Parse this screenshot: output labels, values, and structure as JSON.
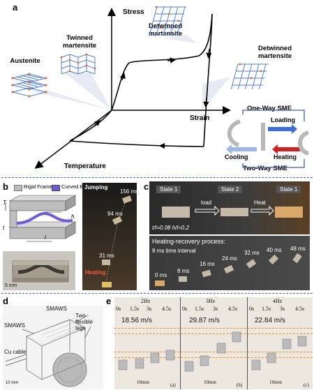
{
  "panel_a": {
    "letter": "a",
    "axis_stress": "Stress",
    "axis_strain": "Strain",
    "axis_temperature": "Temperature",
    "label_austenite": "Austenite",
    "label_twinned": "Twinned martensite",
    "label_detwinned_top": "Detwinned martensite",
    "label_detwinned_right": "Detwinned martensite",
    "sme_one_way": "One-Way SME",
    "sme_loading": "Loading",
    "sme_heating": "Heating",
    "sme_cooling": "Cooling",
    "sme_two_way": "Two-Way SME"
  },
  "panel_b": {
    "letter": "b",
    "legend_rigid": "Rigid Frame",
    "legend_curved": "Curved Beam",
    "dim_T": "T",
    "dim_t": "t",
    "dim_h": "h",
    "dim_l": "l",
    "scale": "5 mm",
    "jump_title": "Jumping",
    "t_156": "156 ms",
    "t_94": "94 ms",
    "t_31": "31 ms",
    "heating": "Heating"
  },
  "panel_c": {
    "letter": "c",
    "state1": "State 1",
    "state2": "State 2",
    "state1b": "State 1",
    "load": "load",
    "heat": "Heat",
    "ratio": "t/l=0.08 h/l=0.2",
    "process_title": "Heating-recovery process:",
    "interval": "8 ms time interval",
    "times": [
      "0 ms",
      "8 ms",
      "16 ms",
      "24 ms",
      "32 ms",
      "40 ms",
      "48 ms"
    ]
  },
  "panel_d": {
    "letter": "d",
    "smaws1": "SMAWS",
    "smaws2": "SMAWS",
    "legs": "Two flexible legs",
    "cu": "Cu cable",
    "scale": "10 mm"
  },
  "panel_e": {
    "letter": "e",
    "groups": [
      {
        "freq": "2Hz",
        "speed": "18.56 m/s",
        "times": [
          "0s",
          "1.5s",
          "3s",
          "4.5s"
        ],
        "sub": "(a)"
      },
      {
        "freq": "3Hz",
        "speed": "29.87 m/s",
        "times": [
          "0s",
          "1.5s",
          "3s",
          "4.5s"
        ],
        "sub": "(b)"
      },
      {
        "freq": "4Hz",
        "speed": "22.84 m/s",
        "times": [
          "0s",
          "1.5s",
          "3s",
          "4.5s"
        ],
        "sub": "(c)"
      }
    ],
    "scale": "10mm"
  },
  "colors": {
    "blue_arrow": "#3a6fd8",
    "red_arrow": "#d42020",
    "light_blue_arrow": "#9ab8e8",
    "curved_beam": "#6a5ae0",
    "dashed_orange": "#f08a1c",
    "frame_blue": "#3c5fc0"
  }
}
